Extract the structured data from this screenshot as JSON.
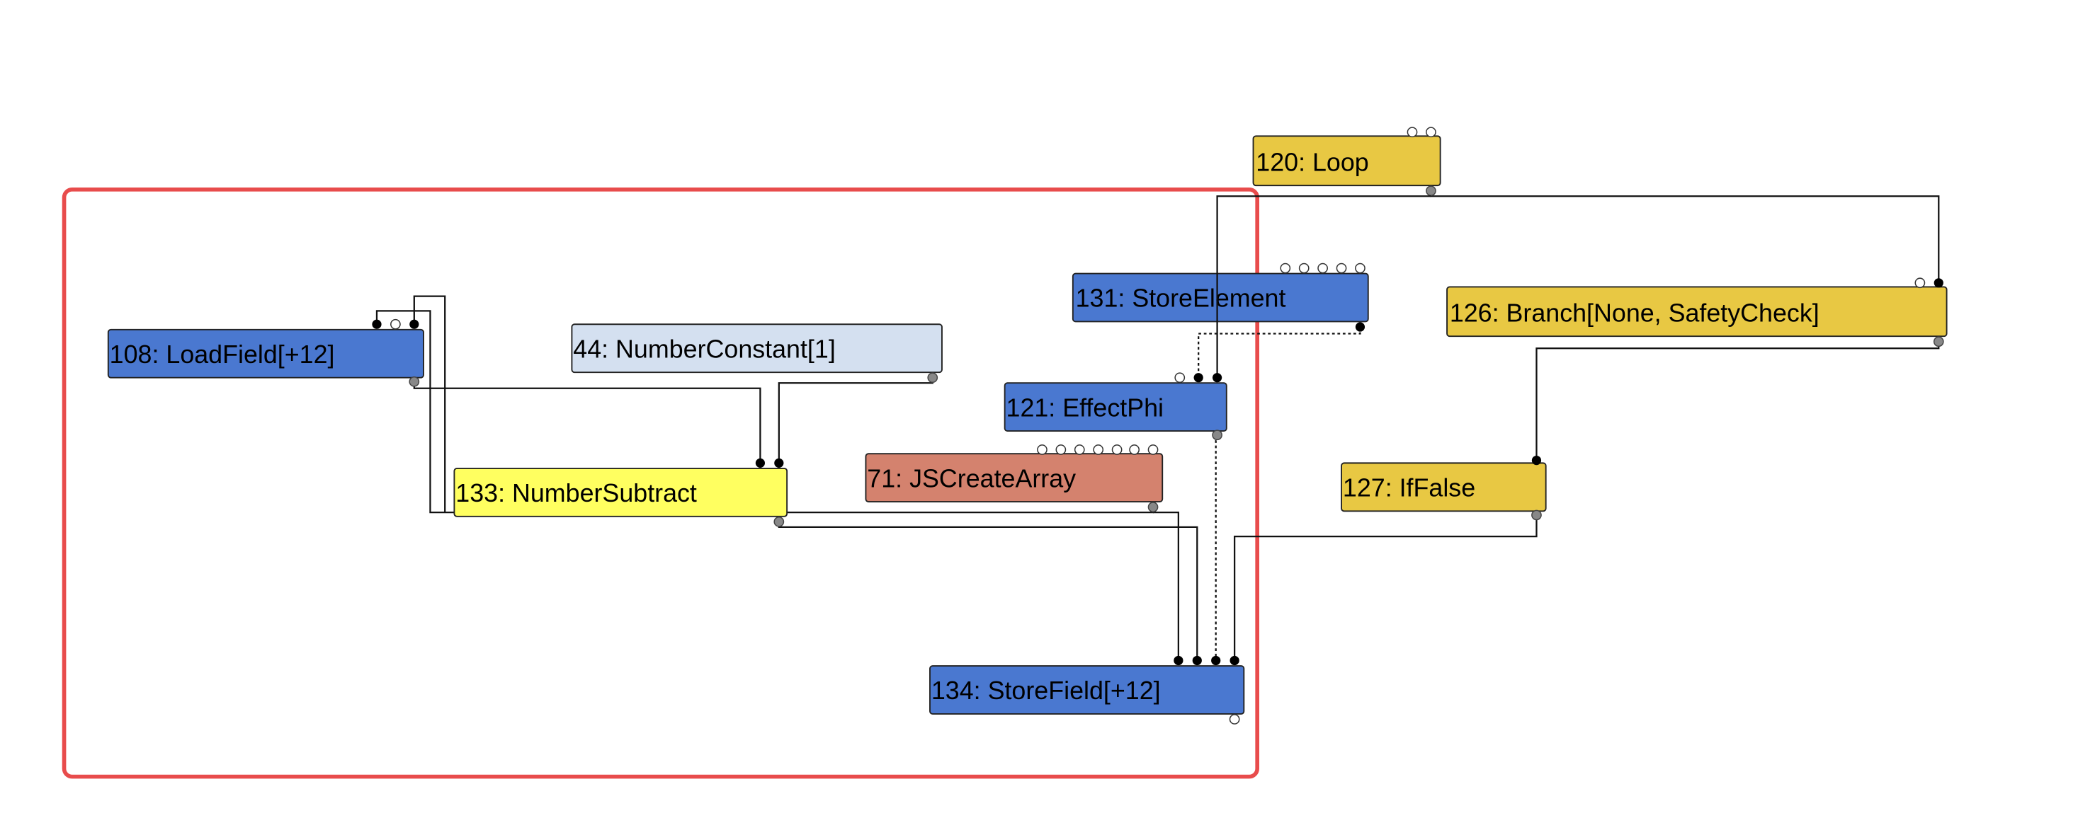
{
  "colors": {
    "control": "#e8c843",
    "effect": "#4a78d0",
    "constant": "#d4e0f0",
    "js": "#d4826e",
    "number": "#ffff60",
    "highlight": "#e84c4c"
  },
  "nodes": {
    "n120": {
      "label": "120: Loop"
    },
    "n131": {
      "label": "131: StoreElement"
    },
    "n126": {
      "label": "126: Branch[None, SafetyCheck]"
    },
    "n108": {
      "label": "108: LoadField[+12]"
    },
    "n44": {
      "label": "44: NumberConstant[1]"
    },
    "n121": {
      "label": "121: EffectPhi"
    },
    "n71": {
      "label": "71: JSCreateArray"
    },
    "n127": {
      "label": "127: IfFalse"
    },
    "n133": {
      "label": "133: NumberSubtract"
    },
    "n134": {
      "label": "134: StoreField[+12]"
    }
  }
}
